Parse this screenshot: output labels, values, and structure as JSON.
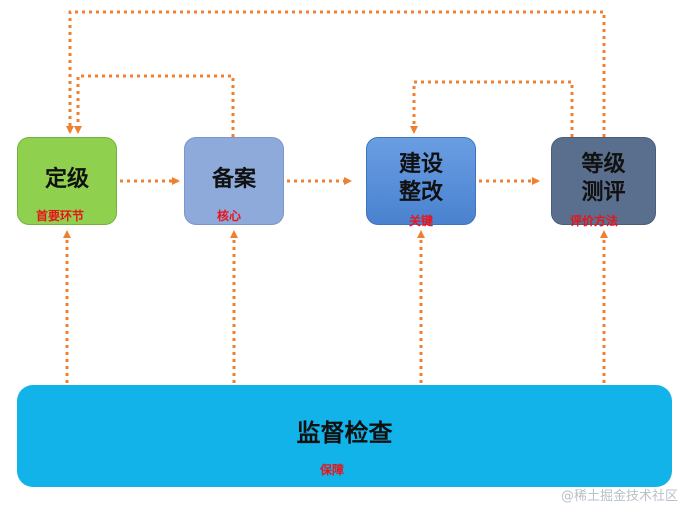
{
  "boxes": {
    "dingji": {
      "title": "定级",
      "subtitle": "首要环节",
      "color": "#8fd14f"
    },
    "beian": {
      "title": "备案",
      "subtitle": "核心",
      "color": "#8eaadb"
    },
    "jianshe": {
      "title_line1": "建设",
      "title_line2": "整改",
      "subtitle": "关键",
      "color": "#4a82cf"
    },
    "dengji_cepin": {
      "title_line1": "等级",
      "title_line2": "测评",
      "subtitle": "评价方法",
      "color": "#5a6f8e"
    },
    "jiandu": {
      "title": "监督检查",
      "subtitle": "保障",
      "color": "#12b3e8"
    }
  },
  "connector_color": "#ef8030",
  "watermark": "@稀土掘金技术社区"
}
